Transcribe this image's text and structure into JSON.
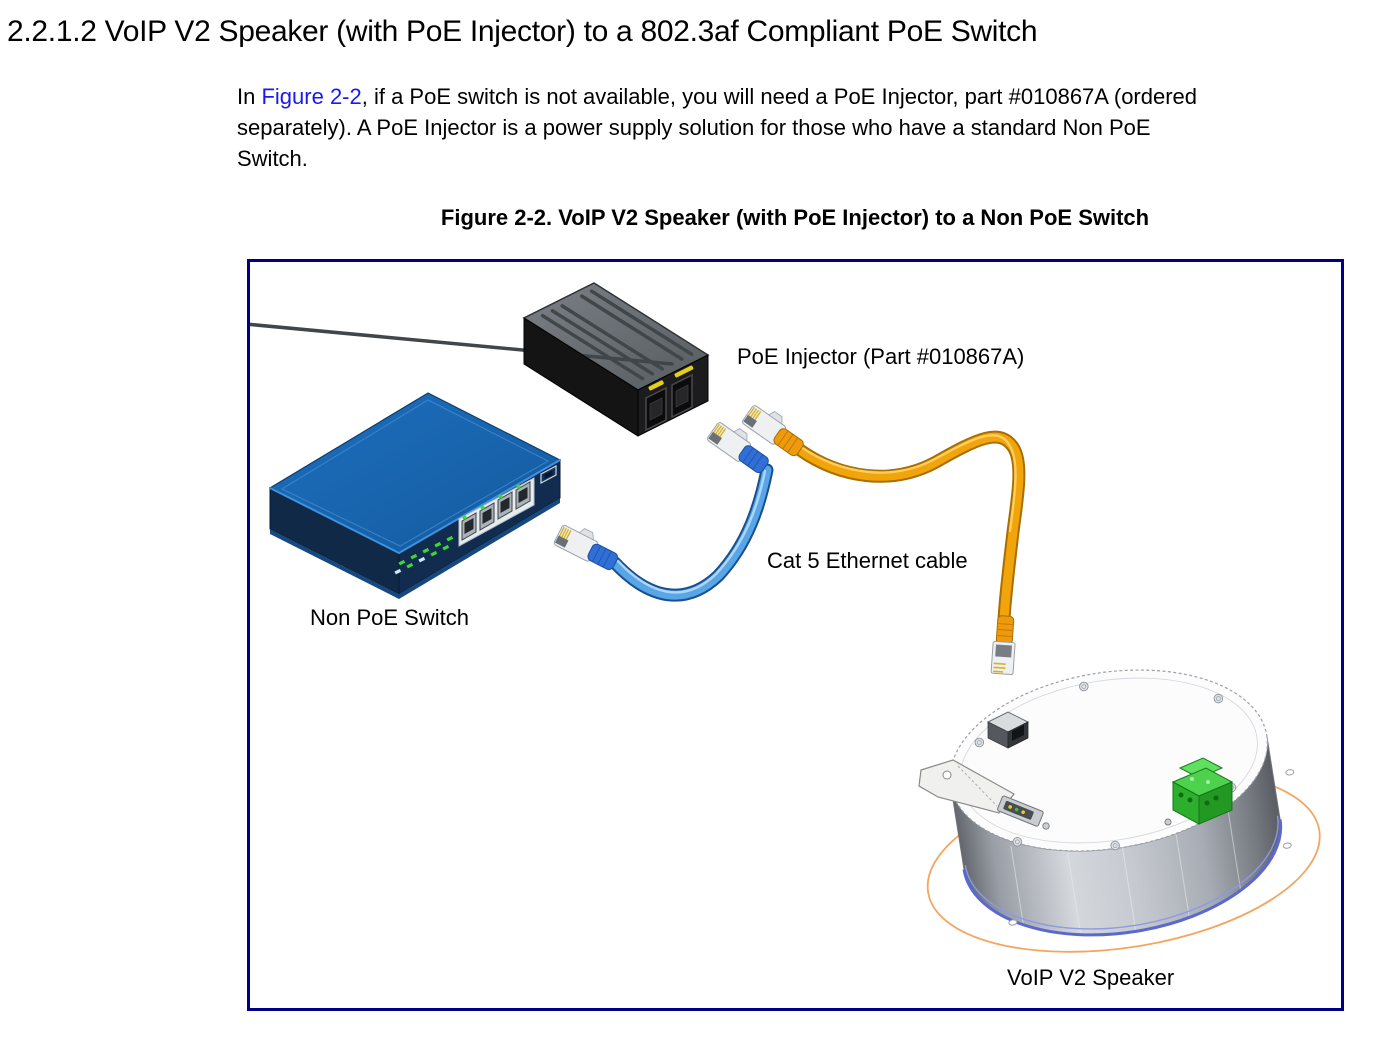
{
  "page": {
    "heading": "2.2.1.2 VoIP V2 Speaker (with PoE Injector) to a 802.3af Compliant PoE Switch",
    "paragraph": {
      "l1_pre": "In ",
      "l1_link": "Figure 2-2",
      "l1_post": ", if a PoE switch is not available, you will need a PoE Injector, part #010867A (ordered",
      "l2": "separately). A PoE Injector is a power supply solution for those who have a standard Non PoE",
      "l3": "Switch."
    },
    "figure": {
      "caption": "Figure 2-2. VoIP V2 Speaker (with PoE Injector) to a Non PoE Switch",
      "labels": {
        "injector": "PoE Injector (Part #010867A)",
        "cable": "Cat 5 Ethernet cable",
        "switch": "Non PoE Switch",
        "speaker": "VoIP V2 Speaker"
      },
      "colors": {
        "figure_border": "#000087",
        "link_blue": "#1a1aee",
        "switch_blue": "#1764b2",
        "cable_blue": "#58a6e8",
        "cable_orange": "#f2a50a",
        "terminal_green": "#3cc43c",
        "flange_orange": "#f2a660",
        "rim_blue": "#5b68ce"
      }
    }
  }
}
